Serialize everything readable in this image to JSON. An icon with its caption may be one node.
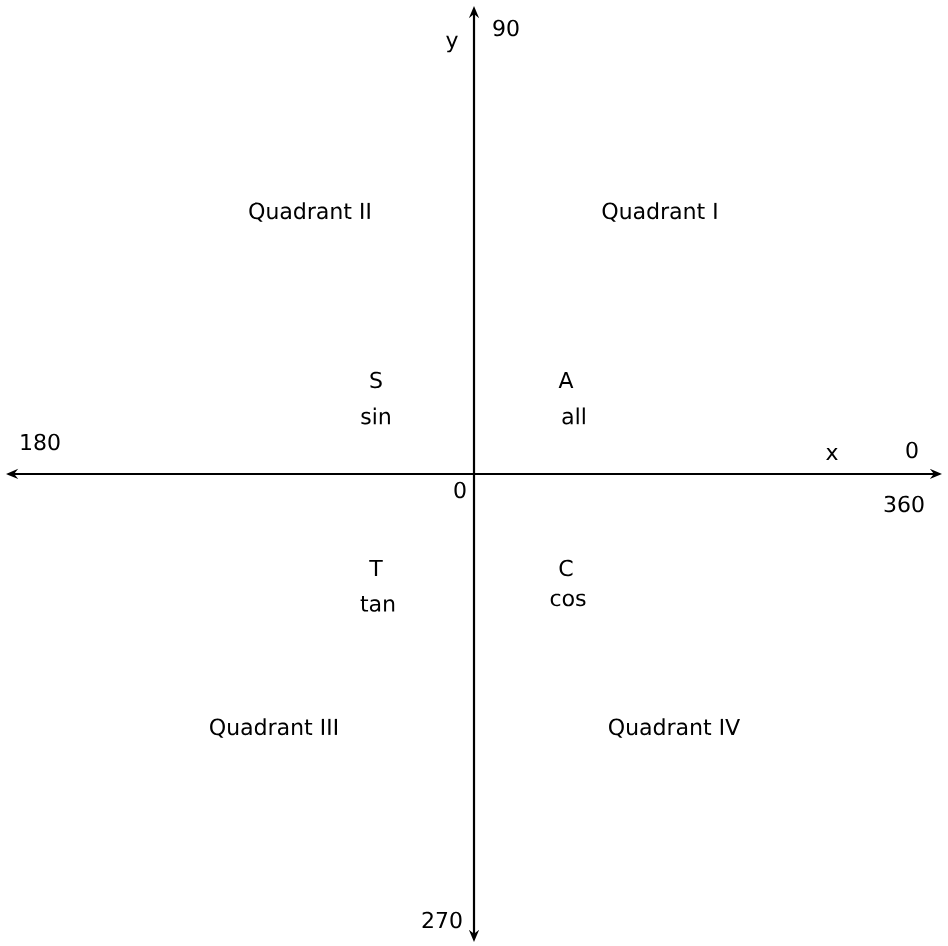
{
  "diagram": {
    "labels": [
      "y",
      "90",
      "Quadrant II",
      "Quadrant I",
      "S",
      "A",
      "sin",
      "all",
      "180",
      "x",
      "0",
      "0",
      "360",
      "T",
      "C",
      "tan",
      "cos",
      "Quadrant III",
      "Quadrant IV",
      "270"
    ]
  }
}
